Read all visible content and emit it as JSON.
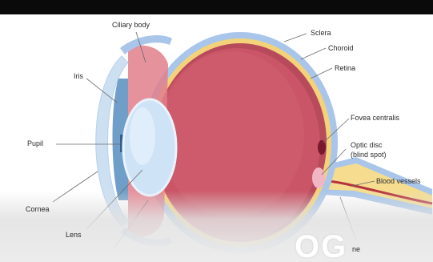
{
  "labels": {
    "ciliary_body": "Ciliary body",
    "iris": "Iris",
    "pupil": "Pupil",
    "cornea": "Cornea",
    "lens": "Lens",
    "sclera": "Sclera",
    "choroid": "Choroid",
    "retina": "Retina",
    "fovea_centralis": "Fovea centralis",
    "optic_disc_line1": "Optic disc",
    "optic_disc_line2": "(blind spot)",
    "blood_vessels": "Blood vessels",
    "optic_nerve_partial": "ne"
  },
  "caption": {
    "partial_text": "OG"
  },
  "colors": {
    "sclera": "#a9c6ea",
    "choroid": "#f3d27a",
    "retina": "#b74a5b",
    "vitreous": "#c95566",
    "lens": "#cfe3f7",
    "iris": "#6f9fc9",
    "cornea": "#cde0f2",
    "ciliary": "#e07f8c",
    "fovea": "#7a1830",
    "optic_disc": "#f2b5c3",
    "nerve": "#f5dc8f",
    "vessel": "#b5333d"
  }
}
